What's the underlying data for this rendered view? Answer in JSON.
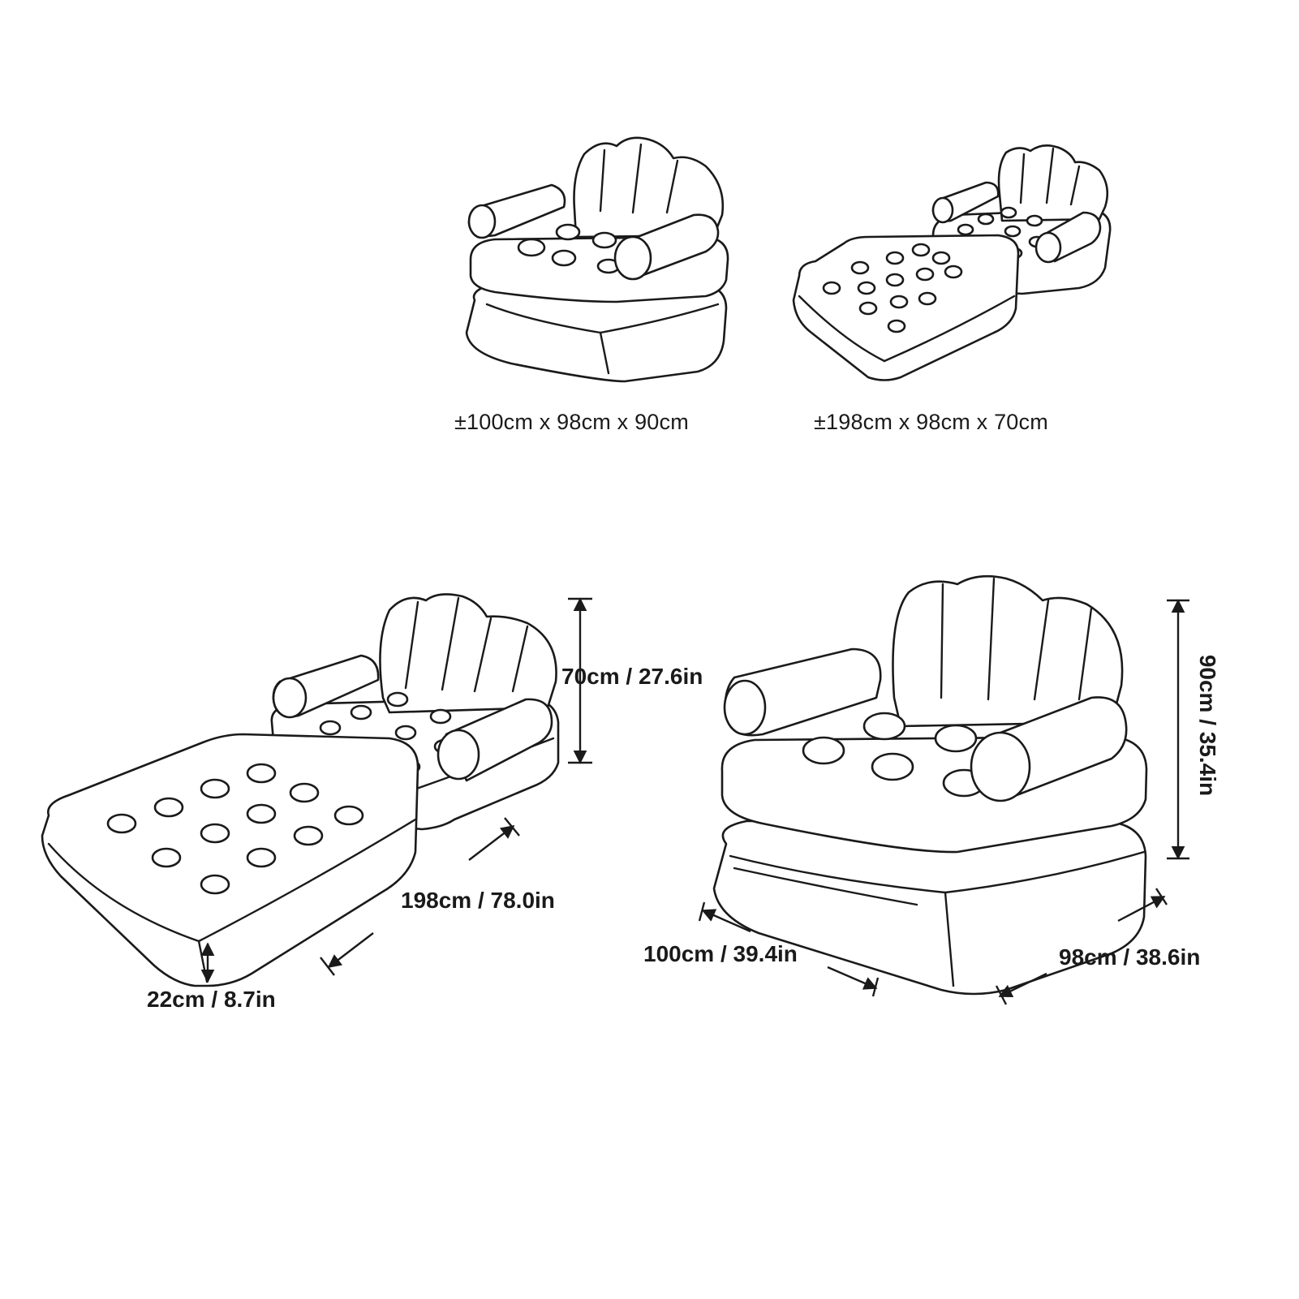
{
  "captions": {
    "chair_mode": "±100cm x 98cm x 90cm",
    "bed_mode": "±198cm x 98cm x 70cm"
  },
  "dimensions": {
    "bed_backrest_height": "70cm / 27.6in",
    "bed_length": "198cm / 78.0in",
    "bed_thickness": "22cm / 8.7in",
    "chair_height": "90cm / 35.4in",
    "chair_width": "100cm / 39.4in",
    "chair_depth": "98cm / 38.6in"
  },
  "colors": {
    "line": "#1a1a1a",
    "background": "#ffffff"
  }
}
